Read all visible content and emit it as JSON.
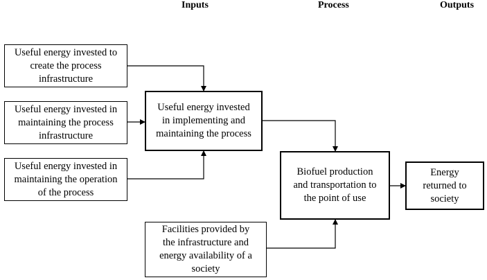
{
  "headers": {
    "inputs": "Inputs",
    "process": "Process",
    "outputs": "Outputs"
  },
  "boxes": {
    "infrastructure": "Useful energy invested to\ncreate the process\ninfrastructure",
    "maintaining_infrastructure": "Useful energy invested in\nmaintaining the process\ninfrastructure",
    "maintaining_operation": "Useful energy invested in\nmaintaining the operation\nof the process",
    "implementing": "Useful energy invested\nin implementing and\nmaintaining the process",
    "biofuel": "Biofuel production\nand transportation to\nthe point of use",
    "energy_returned": "Energy\nreturned to\nsociety",
    "facilities": "Facilities provided by\nthe infrastructure and\nenergy availability of a\nsociety"
  },
  "colors": {
    "line": "#000000",
    "background": "#ffffff"
  }
}
